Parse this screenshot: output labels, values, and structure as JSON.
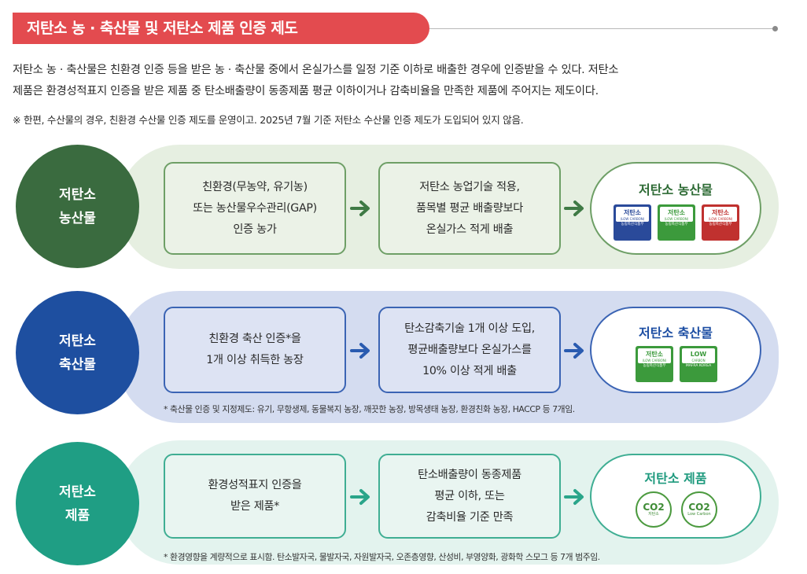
{
  "header": {
    "title": "저탄소 농 · 축산물 및 저탄소 제품 인증 제도"
  },
  "intro": {
    "line1": "저탄소 농 · 축산물은 친환경 인증 등을 받은 농 · 축산물 중에서 온실가스를 일정 기준 이하로 배출한 경우에 인증받을 수 있다. 저탄소",
    "line2": "제품은 환경성적표지 인증을 받은 제품 중 탄소배출량이 동종제품 평균 이하이거나 감축비율을 만족한 제품에 주어지는 제도이다.",
    "note": "※ 한편, 수산물의 경우, 친환경 수산물 인증 제도를 운영이고. 2025년 7월 기준 저탄소 수산물 인증 제도가 도입되어 있지 않음."
  },
  "rows": [
    {
      "label_line1": "저탄소",
      "label_line2": "농산물",
      "step1_line1": "친환경(무농약, 유기농)",
      "step1_line2": "또는 농산물우수관리(GAP)",
      "step1_line3": "인증 농가",
      "step2_line1": "저탄소 농업기술 적용,",
      "step2_line2": "품목별 평균 배출량보다",
      "step2_line3": "온실가스 적게 배출",
      "result_title": "저탄소 농산물",
      "badges": [
        {
          "text": "저탄소",
          "sub": "(LOW CARBON)",
          "footer": "농림축산식품부",
          "color": "#2a4a9a"
        },
        {
          "text": "저탄소",
          "sub": "(LOW CARBON)",
          "footer": "농림축산식품부",
          "color": "#3c9a3c"
        },
        {
          "text": "저탄소",
          "sub": "(LOW CARBON)",
          "footer": "농림축산식품부",
          "color": "#c0312f"
        }
      ],
      "colors": {
        "circle": "#3a6b3f",
        "bg": "#e6efe1",
        "border": "#6e9f66",
        "accent": "#2e6b35",
        "arrow": "#3f7a45"
      }
    },
    {
      "label_line1": "저탄소",
      "label_line2": "축산물",
      "step1_line1": "친환경 축산 인증*을",
      "step1_line2": "1개 이상 취득한 농장",
      "step2_line1": "탄소감축기술 1개 이상 도입,",
      "step2_line2": "평균배출량보다 온실가스를",
      "step2_line3": "10% 이상 적게 배출",
      "result_title": "저탄소 축산물",
      "badges": [
        {
          "text": "저탄소",
          "sub": "(LOW CARBON)",
          "footer": "농림축산식품부",
          "color": "#3c9a3c"
        },
        {
          "text": "LOW",
          "sub": "CARBON",
          "footer": "MAFRA KOREA",
          "color": "#3c9a3c"
        }
      ],
      "footnote": "* 축산물 인증 및 지정제도: 유기, 무항생제, 동물복지 농장, 깨끗한 농장, 방목생태 농장, 환경친화 농장, HACCP 등 7개임.",
      "colors": {
        "circle": "#1e4fa0",
        "bg": "#d4dcf0",
        "border": "#3b64b4",
        "accent": "#1d4ea3",
        "arrow": "#2a5bb0"
      }
    },
    {
      "label_line1": "저탄소",
      "label_line2": "제품",
      "step1_line1": "환경성적표지 인증을",
      "step1_line2": "받은 제품*",
      "step2_line1": "탄소배출량이 동종제품",
      "step2_line2": "평균 이하, 또는",
      "step2_line3": "감축비율 기준 만족",
      "result_title": "저탄소 제품",
      "co2_badges": [
        {
          "text": "CO2",
          "sub": "저탄소"
        },
        {
          "text": "CO2",
          "sub": "Low Carbon"
        }
      ],
      "footnote": "* 환경영향을 계량적으로 표시함. 탄소발자국, 물발자국, 자원발자국, 오존층영향, 산성비, 부영양화, 광화학 스모그 등 7개 범주임.",
      "colors": {
        "circle": "#1f9e84",
        "bg": "#e3f3ee",
        "border": "#3fae93",
        "accent": "#1e9a7e",
        "arrow": "#2aa58a"
      }
    }
  ]
}
